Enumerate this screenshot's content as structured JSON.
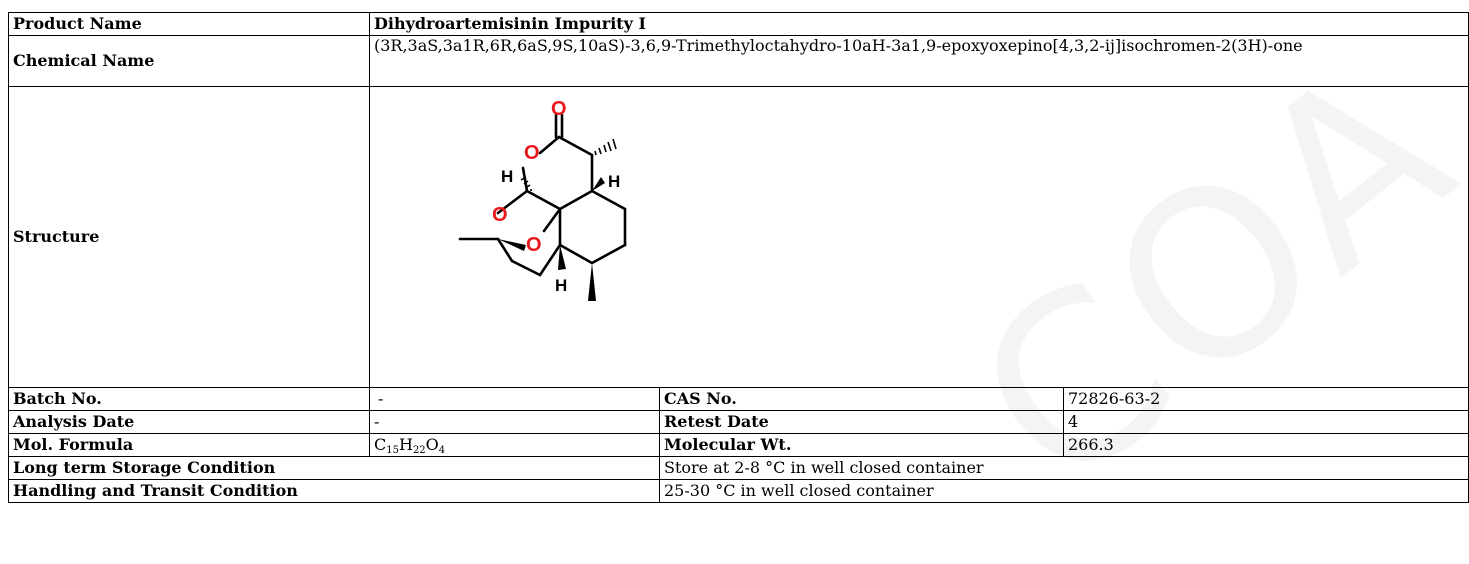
{
  "watermark": "COA",
  "product": {
    "label": "Product Name",
    "value": "Dihydroartemisinin Impurity I"
  },
  "chemical": {
    "label": "Chemical Name",
    "value": "(3R,3aS,3a1R,6R,6aS,9S,10aS)-3,6,9-Trimethyloctahydro-10aH-3a1,9-epoxyoxepino[4,3,2-ij]isochromen-2(3H)-one"
  },
  "structure": {
    "label": "Structure",
    "atoms": {
      "carbonyl_o": "O",
      "ring_o": "O",
      "ether_o": "O",
      "bridge_o": "O",
      "h_top_left": "H",
      "h_top_right": "H",
      "h_bottom": "H"
    }
  },
  "batch": {
    "label": "Batch No.",
    "value": "-"
  },
  "cas": {
    "label": "CAS No.",
    "value": "72826-63-2"
  },
  "analysis": {
    "label": "Analysis Date",
    "value": "-"
  },
  "retest": {
    "label": "Retest Date",
    "value": "4"
  },
  "formula": {
    "label": "Mol. Formula",
    "c": "C",
    "c_n": "15",
    "h": "H",
    "h_n": "22",
    "o": "O",
    "o_n": "4"
  },
  "mw": {
    "label": "Molecular Wt.",
    "value": "266.3"
  },
  "storage": {
    "label": "Long term Storage Condition",
    "value": "Store at 2-8 °C in well closed container"
  },
  "handling": {
    "label": "Handling and Transit Condition",
    "value": "25-30 °C in well closed container"
  },
  "colors": {
    "heteroatom": "#e8191c",
    "text": "#000000",
    "watermark": "#f4f4f4"
  }
}
